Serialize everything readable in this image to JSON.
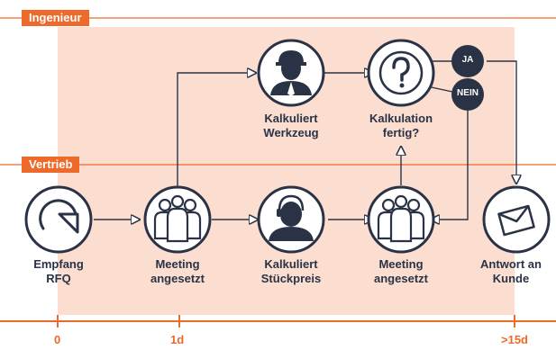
{
  "lanes": {
    "engineer": "Ingenieur",
    "sales": "Vertrieb"
  },
  "nodes": {
    "rfq": {
      "line1": "Empfang",
      "line2": "RFQ",
      "icon": "refresh-icon"
    },
    "meeting1": {
      "line1": "Meeting",
      "line2": "angesetzt",
      "icon": "group-icon"
    },
    "calc_price": {
      "line1": "Kalkuliert",
      "line2": "Stückpreis",
      "icon": "sales-agent-icon"
    },
    "meeting2": {
      "line1": "Meeting",
      "line2": "angesetzt",
      "icon": "group-icon"
    },
    "answer": {
      "line1": "Antwort an",
      "line2": "Kunde",
      "icon": "envelope-icon"
    },
    "calc_tool": {
      "line1": "Kalkuliert",
      "line2": "Werkzeug",
      "icon": "engineer-icon"
    },
    "decision": {
      "line1": "Kalkulation",
      "line2": "fertig?",
      "icon": "question-icon"
    }
  },
  "decision": {
    "yes": "JA",
    "no": "NEIN"
  },
  "timeline": {
    "t0": "0",
    "t1": "1d",
    "t2": ">15d"
  },
  "colors": {
    "accent": "#ee6a2b",
    "band": "#fbded0",
    "navy": "#2a3346"
  }
}
